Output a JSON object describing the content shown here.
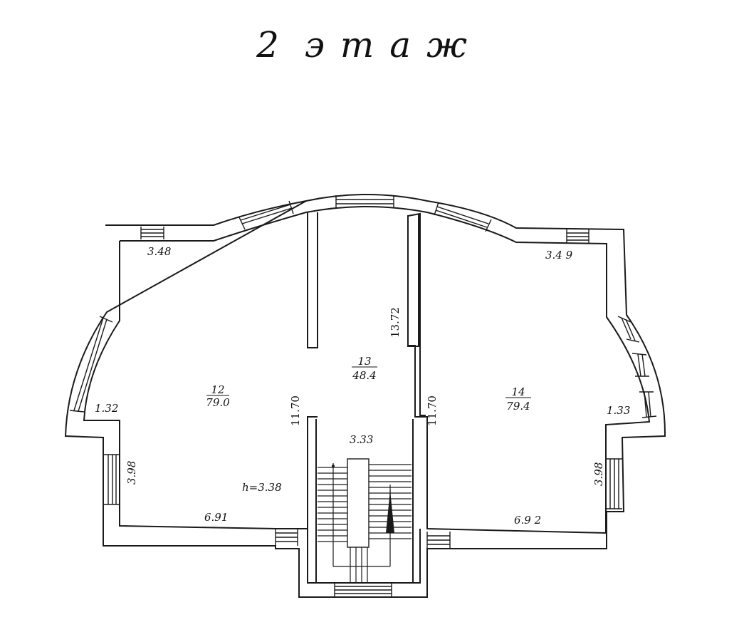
{
  "title": {
    "number": "2",
    "word": "этаж"
  },
  "rooms": [
    {
      "id": "12",
      "area": "79.0"
    },
    {
      "id": "13",
      "area": "48.4"
    },
    {
      "id": "14",
      "area": "79.4"
    }
  ],
  "dimensions": {
    "top_left_width": "3.48",
    "top_right_width": "3.4 9",
    "corridor_length": "13.72",
    "left_inner_wall": "11.70",
    "right_inner_wall": "11.70",
    "stair_width": "3.33",
    "left_step": "1.32",
    "right_step": "1.33",
    "left_lower": "3.98",
    "right_lower": "3.98",
    "left_bottom": "6.91",
    "right_bottom": "6.9 2",
    "ceiling_height": "h=3.38"
  }
}
